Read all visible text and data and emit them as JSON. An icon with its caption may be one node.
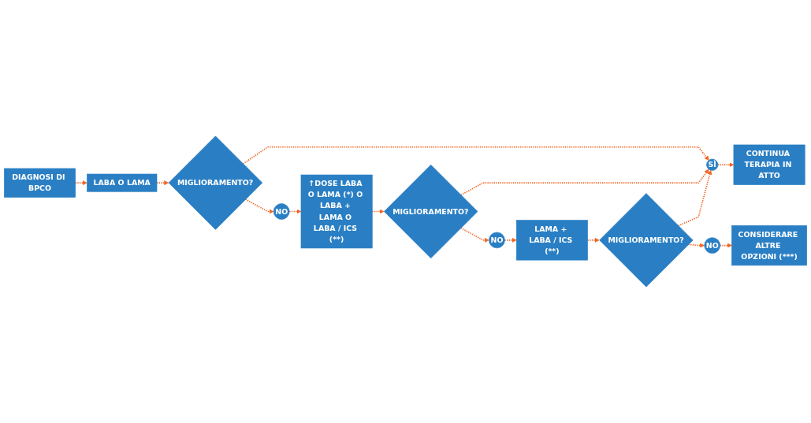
{
  "diagram": {
    "nodes": [
      {
        "text": [
          "DIAGNOSI DI BPCO"
        ]
      },
      {
        "text": [
          "CONTINUA TERAPIA IN ATTO"
        ]
      },
      {
        "text": [
          "SÌ"
        ]
      },
      {
        "text": [
          "MIGLIORAMENTO?"
        ]
      },
      {
        "text": [
          "MIGLIORAMENTO?"
        ]
      },
      {
        "text": [
          "MIGLIORAMENTO?"
        ]
      },
      {
        "text": [
          "NO"
        ]
      },
      {
        "text": [
          "NO"
        ]
      },
      {
        "text": [
          "NO"
        ]
      },
      {
        "text": [
          "LABA O LAMA"
        ]
      },
      {
        "text": [
          "↑DOSE LABA O LAMA (*) O LABA + LAMA O LABA / ICS (**)"
        ]
      },
      {
        "text": [
          "LAMA + LABA / ICS (**)"
        ]
      },
      {
        "text": [
          "CONSIDERARE ALTRE OPZIONI (***)"
        ]
      }
    ],
    "edges": [
      {
        "from": 0,
        "to": 9,
        "arrow": "to",
        "style": "dashed"
      },
      {
        "from": 9,
        "to": 3,
        "arrow": "to",
        "style": "dashed"
      },
      {
        "from": 3,
        "to": 2,
        "arrow": "to",
        "style": "dashed"
      },
      {
        "from": 3,
        "to": 6,
        "arrow": "to",
        "style": "dashed"
      },
      {
        "from": 6,
        "to": 10,
        "arrow": "to",
        "style": "dashed"
      },
      {
        "from": 10,
        "to": 4,
        "arrow": "to",
        "style": "dashed"
      },
      {
        "from": 4,
        "to": 2,
        "arrow": "to",
        "style": "dashed"
      },
      {
        "from": 4,
        "to": 7,
        "arrow": "to",
        "style": "dashed"
      },
      {
        "from": 7,
        "to": 11,
        "arrow": "to",
        "style": "dashed"
      },
      {
        "from": 11,
        "to": 5,
        "arrow": "to",
        "style": "dashed"
      },
      {
        "from": 5,
        "to": 2,
        "arrow": "to",
        "style": "dashed"
      },
      {
        "from": 5,
        "to": 8,
        "arrow": "to",
        "style": "dashed"
      },
      {
        "from": 8,
        "to": 12,
        "arrow": "to",
        "style": "dashed"
      },
      {
        "from": 2,
        "to": 1,
        "arrow": "to",
        "style": "dashed"
      }
    ]
  }
}
